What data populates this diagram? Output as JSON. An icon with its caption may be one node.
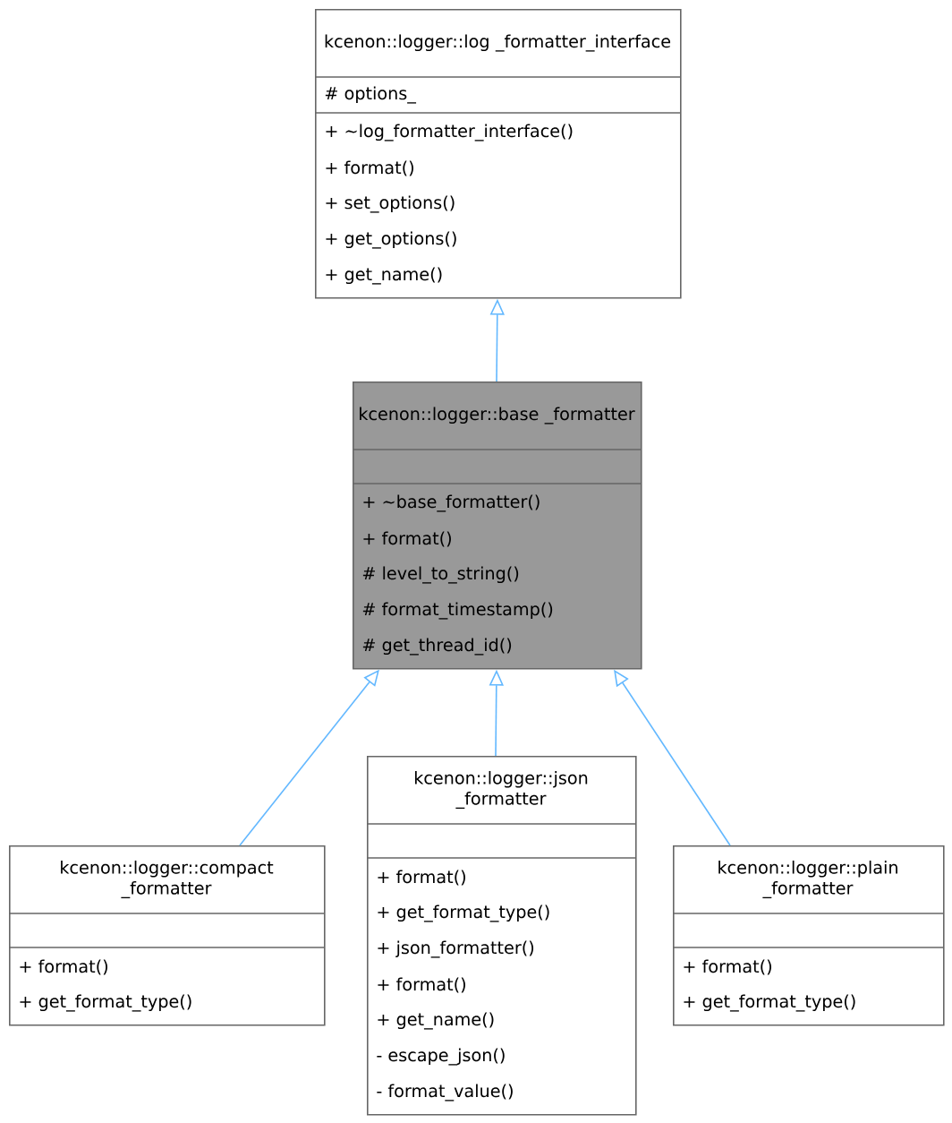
{
  "diagram": {
    "nodes": [
      {
        "text": [
          "kcenon::logger::log _formatter_interface",
          "# options_",
          "+ ~log_formatter_interface()",
          "+ format()",
          "+ set_options()",
          "+ get_options()",
          "+ get_name()"
        ]
      },
      {
        "text": [
          "kcenon::logger::base _formatter",
          "+ ~base_formatter()",
          "+ format()",
          "# level_to_string()",
          "# format_timestamp()",
          "# get_thread_id()"
        ]
      },
      {
        "text": [
          "kcenon::logger::compact _formatter",
          "+ format()",
          "+ get_format_type()"
        ]
      },
      {
        "text": [
          "kcenon::logger::json _formatter",
          "+ format()",
          "+ get_format_type()",
          "+ json_formatter()",
          "+ format()",
          "+ get_name()",
          "- escape_json()",
          "- format_value()"
        ]
      },
      {
        "text": [
          "kcenon::logger::plain _formatter",
          "+ format()",
          "+ get_format_type()"
        ]
      }
    ],
    "edges": [
      {
        "from": 1,
        "to": 0,
        "arrow": "to"
      },
      {
        "from": 2,
        "to": 1,
        "arrow": "to"
      },
      {
        "from": 3,
        "to": 1,
        "arrow": "to"
      },
      {
        "from": 4,
        "to": 1,
        "arrow": "to"
      }
    ]
  }
}
